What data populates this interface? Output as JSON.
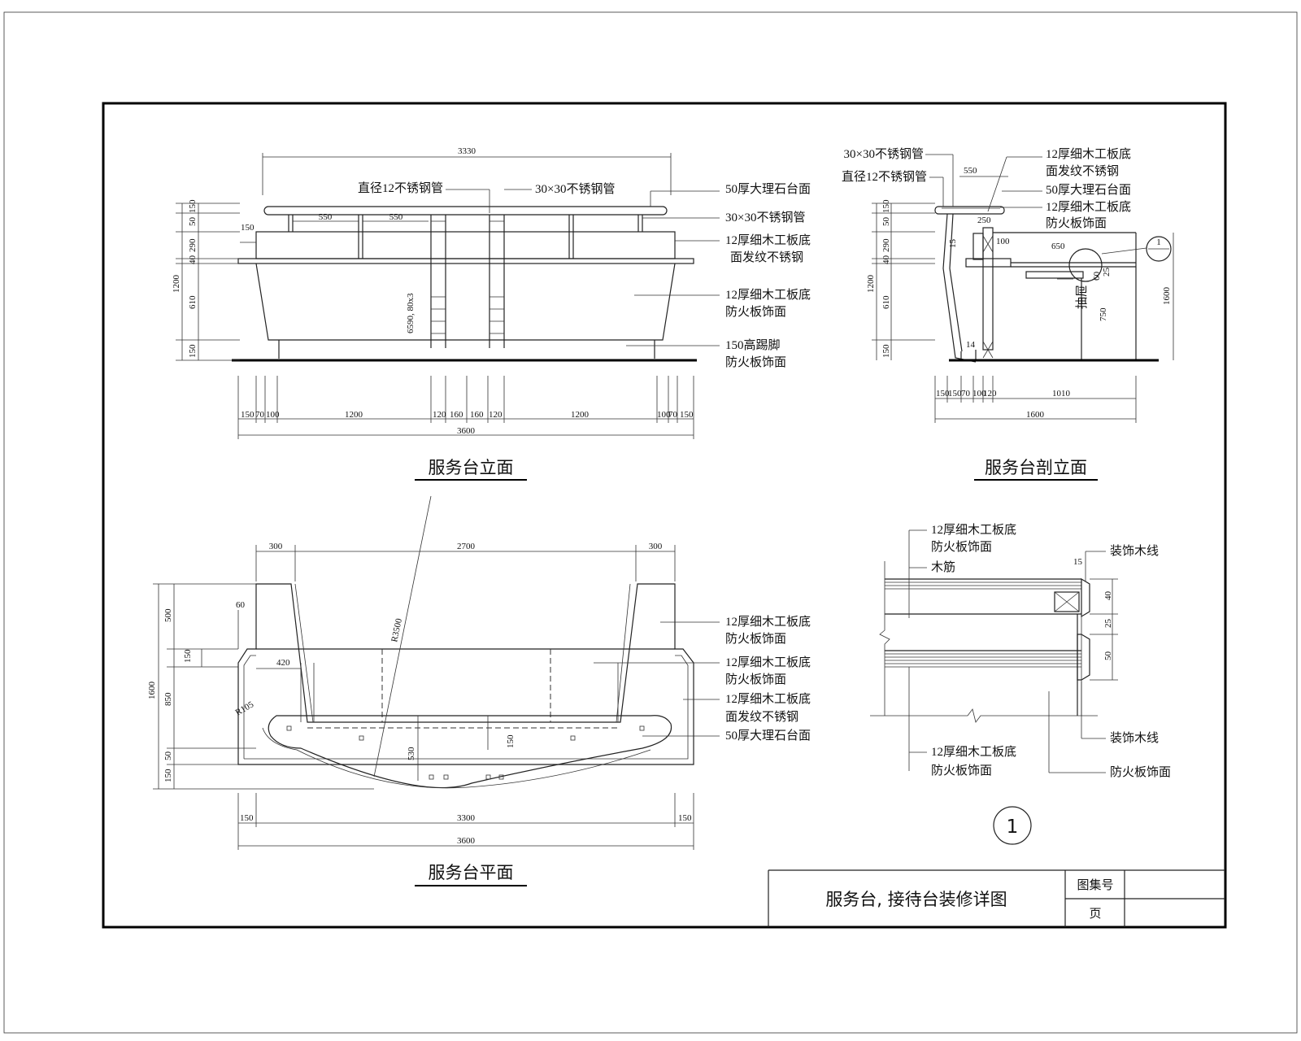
{
  "sheet": {
    "title_block": {
      "title": "服务台, 接待台装修详图",
      "atlas_no_label": "图集号",
      "page_label": "页"
    }
  },
  "views": {
    "elevation": {
      "title": "服务台立面",
      "overall_top": "3330",
      "overall_bottom": "3600",
      "top_segments": [
        "550",
        "550"
      ],
      "left_dims": [
        "150",
        "50",
        "290",
        "40",
        "610",
        "150",
        "1200"
      ],
      "left_dim_150": "150",
      "bottom_segments": [
        "150",
        "70",
        "100",
        "1200",
        "120",
        "160",
        "160",
        "120",
        "1200",
        "100",
        "70",
        "150"
      ],
      "rail_note": "6590, 80x3",
      "labels": {
        "pipe_d12": "直径12不锈钢管",
        "pipe_30a": "30×30不锈钢管",
        "marble_50": "50厚大理石台面",
        "pipe_30b": "30×30不锈钢管",
        "board_steel_1": "12厚细木工板底",
        "board_steel_2": "面发纹不锈钢",
        "board_fire_1": "12厚细木工板底",
        "board_fire_2": "防火板饰面",
        "kick_1": "150高踢脚",
        "kick_2": "防火板饰面"
      }
    },
    "section": {
      "title": "服务台剖立面",
      "labels": {
        "pipe_30": "30×30不锈钢管",
        "pipe_d12": "直径12不锈钢管",
        "board_steel_1": "12厚细木工板底",
        "board_steel_2": "面发纹不锈钢",
        "marble_50": "50厚大理石台面",
        "board_fire_1": "12厚细木工板底",
        "board_fire_2": "防火板饰面",
        "drawer": "抽屉"
      },
      "dims": {
        "d550": "550",
        "d250": "250",
        "d100": "100",
        "d650": "650",
        "d1600v": "1600",
        "d750": "750",
        "d25": "25",
        "d15": "15",
        "d60": "60",
        "d14": "14",
        "left": [
          "150",
          "50",
          "290",
          "40",
          "610",
          "150",
          "1200"
        ],
        "bottom": [
          "150",
          "150",
          "70",
          "100",
          "120",
          "1010"
        ],
        "bottom_total": "1600"
      },
      "detail_ref": "1"
    },
    "plan": {
      "title": "服务台平面",
      "top_dims": [
        "300",
        "2700",
        "300"
      ],
      "left_dims": [
        "500",
        "150",
        "850",
        "50",
        "150",
        "1600"
      ],
      "inner_dims": {
        "d60": "60",
        "d420": "420",
        "r105": "R105",
        "d1500": "150",
        "radius": "R3500",
        "d530": "530"
      },
      "bottom_dims": [
        "150",
        "3300",
        "150"
      ],
      "bottom_total": "3600",
      "labels": {
        "board_fire_a1": "12厚细木工板底",
        "board_fire_a2": "防火板饰面",
        "board_fire_b1": "12厚细木工板底",
        "board_fire_b2": "防火板饰面",
        "board_steel_1": "12厚细木工板底",
        "board_steel_2": "面发纹不锈钢",
        "marble_50": "50厚大理石台面"
      }
    },
    "detail": {
      "number": "1",
      "labels": {
        "top_1": "12厚细木工板底",
        "top_2": "防火板饰面",
        "wood_strip": "木筋",
        "deco_line_a": "装饰木线",
        "deco_line_b": "装饰木线",
        "bottom_1": "12厚细木工板底",
        "bottom_2": "防火板饰面",
        "fire_face": "防火板饰面"
      },
      "dims": {
        "d15": "15",
        "d40": "40",
        "d25": "25",
        "d50": "50"
      }
    }
  }
}
